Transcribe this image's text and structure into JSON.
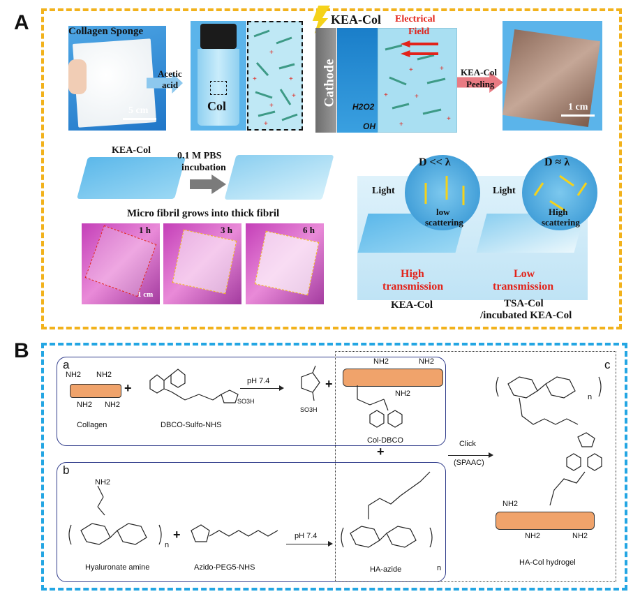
{
  "panel_a": {
    "letter": "A",
    "collagen_sponge": "Collagen Sponge",
    "scale_5cm": "5 cm",
    "acetic": "Acetic",
    "acid": "acid",
    "col": "Col",
    "kea_col_top": "KEA-Col",
    "electrical": "Electrical",
    "field": "Field",
    "cathode": "Cathode",
    "h2o2": "H2O2",
    "oh": "OH",
    "kea_col_peel": "KEA-Col",
    "peeling": "Peeling",
    "scale_1cm_top": "1 cm",
    "kea_col_mid": "KEA-Col",
    "pbs_line1": "0.1 M PBS",
    "pbs_line2": "incubation",
    "micro_fibril": "Micro fibril grows into thick fibril",
    "t1": "1 h",
    "t3": "3 h",
    "t6": "6 h",
    "scale_1cm_bottom": "1 cm",
    "d_small": "D << λ",
    "d_approx": "D ≈ λ",
    "light_left": "Light",
    "light_right": "Light",
    "low": "low",
    "scattering_left": "scattering",
    "high": "High",
    "scattering_right": "scattering",
    "high_trans_1": "High",
    "high_trans_2": "transmission",
    "low_trans_1": "Low",
    "low_trans_2": "transmission",
    "kea_col_caption": "KEA-Col",
    "tsa_caption_1": "TSA-Col",
    "tsa_caption_2": "/incubated KEA-Col"
  },
  "panel_b": {
    "letter": "B",
    "sub_a": "a",
    "sub_b": "b",
    "sub_c": "c",
    "nh2": "NH2",
    "collagen": "Collagen",
    "dbco_sulfo_nhs": "DBCO-Sulfo-NHS",
    "ph74_top": "pH 7.4",
    "so3h": "SO3H",
    "col_dbco": "Col-DBCO",
    "hyaluronate_amine": "Hyaluronate amine",
    "azido_peg5_nhs": "Azido-PEG5-NHS",
    "ph74_bottom": "pH 7.4",
    "ha_azide": "HA-azide",
    "click": "Click",
    "spaac": "(SPAAC)",
    "ha_col_hydrogel": "HA-Col hydrogel",
    "plus": "+",
    "n": "n"
  },
  "colors": {
    "frame_a": "#f2b21c",
    "frame_b": "#24a6e3",
    "accent_red": "#e2231a",
    "collagen_rod": "#f0a36b",
    "gel_blue": "#8fd3f0"
  }
}
